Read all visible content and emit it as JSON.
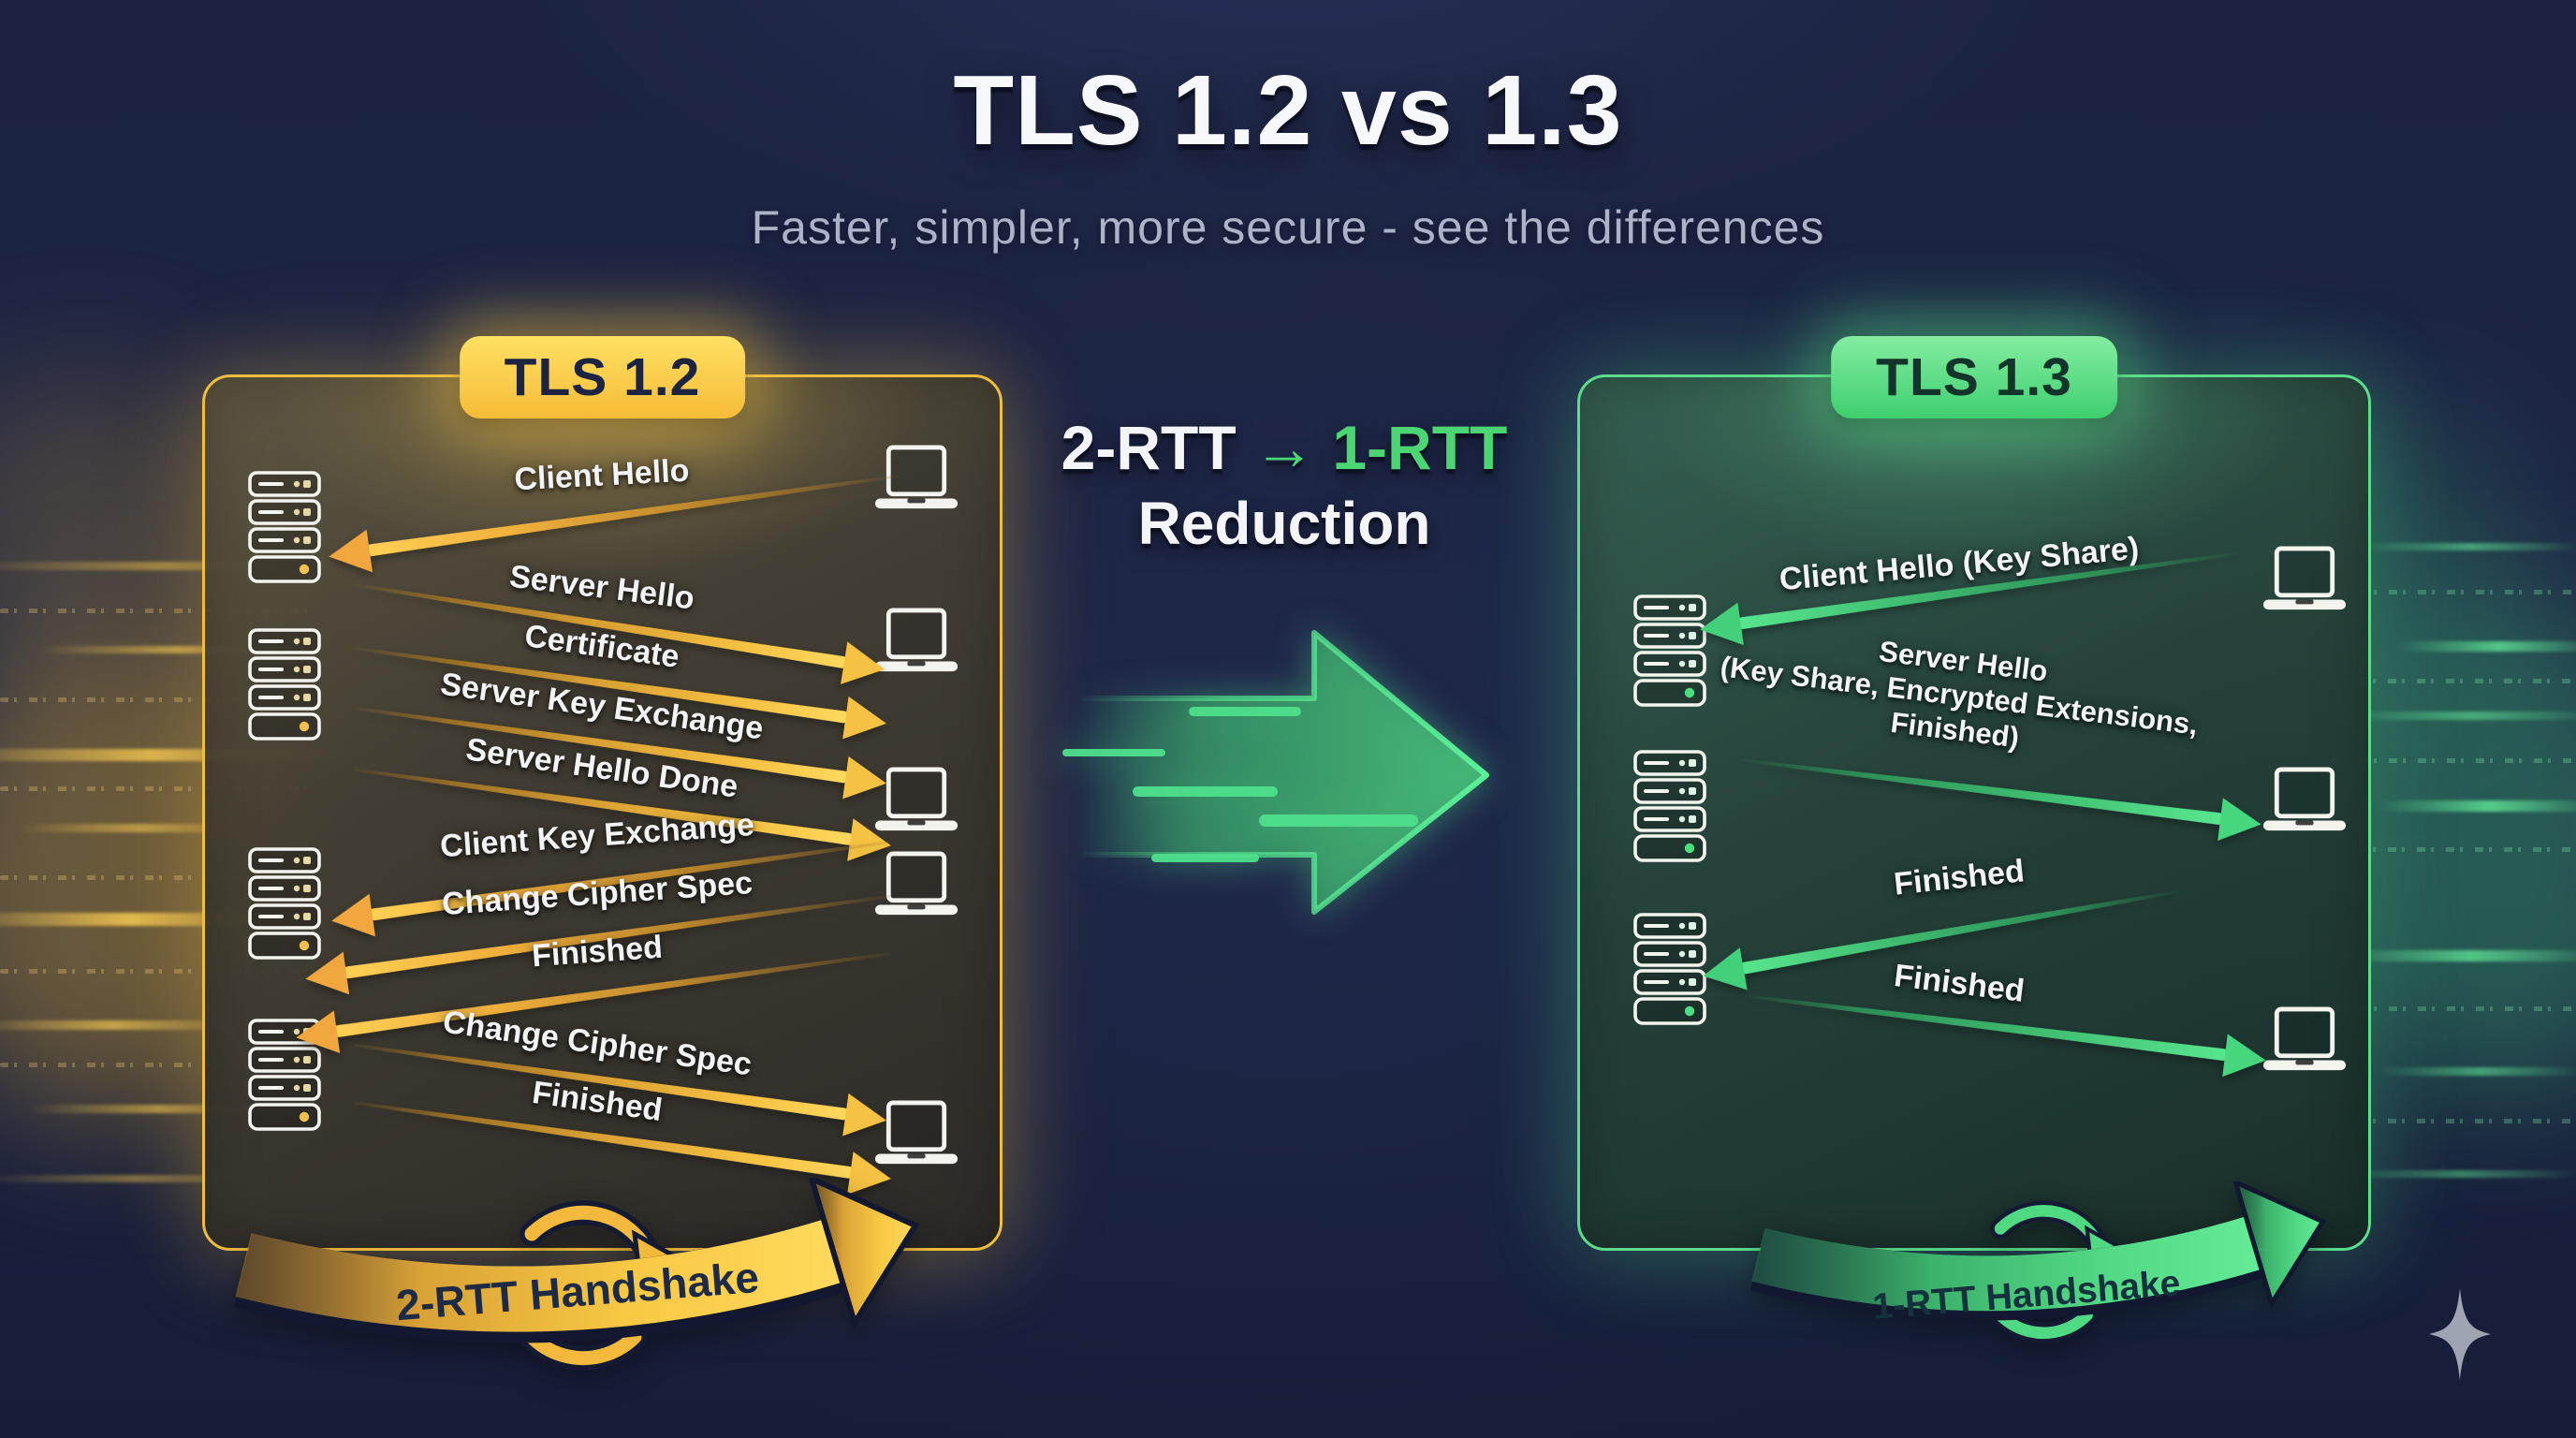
{
  "header": {
    "title": "TLS 1.2 vs 1.3",
    "subtitle": "Faster, simpler, more secure - see the differences"
  },
  "center": {
    "from_label": "2-RTT",
    "arrow_glyph": "→",
    "to_label": "1-RTT",
    "caption": "Reduction"
  },
  "tls12": {
    "badge": "TLS 1.2",
    "banner": "2-RTT Handshake",
    "accent_color": "#f6c243",
    "messages": [
      {
        "label": "Client Hello",
        "direction": "to-server"
      },
      {
        "label": "Server Hello",
        "direction": "to-client"
      },
      {
        "label": "Certificate",
        "direction": "to-client"
      },
      {
        "label": "Server Key Exchange",
        "direction": "to-client"
      },
      {
        "label": "Server Hello Done",
        "direction": "to-client"
      },
      {
        "label": "Client Key Exchange",
        "direction": "to-server"
      },
      {
        "label": "Change Cipher Spec",
        "direction": "to-server"
      },
      {
        "label": "Finished",
        "direction": "to-server"
      },
      {
        "label": "Change Cipher Spec",
        "direction": "to-client"
      },
      {
        "label": "Finished",
        "direction": "to-client"
      }
    ]
  },
  "tls13": {
    "badge": "TLS 1.3",
    "banner": "1-RTT Handshake",
    "accent_color": "#4ade80",
    "messages": [
      {
        "label": "Client Hello (Key Share)",
        "direction": "to-server"
      },
      {
        "lines": [
          "Server Hello",
          "(Key Share, Encrypted Extensions,",
          "Finished)"
        ],
        "direction": "to-client"
      },
      {
        "label": "Finished",
        "direction": "to-server"
      },
      {
        "label": "Finished",
        "direction": "to-client"
      }
    ]
  },
  "icons": {
    "server": "server-stack-icon",
    "client": "laptop-icon",
    "cycle": "sync-arrows-icon",
    "sparkle": "sparkle-icon"
  }
}
